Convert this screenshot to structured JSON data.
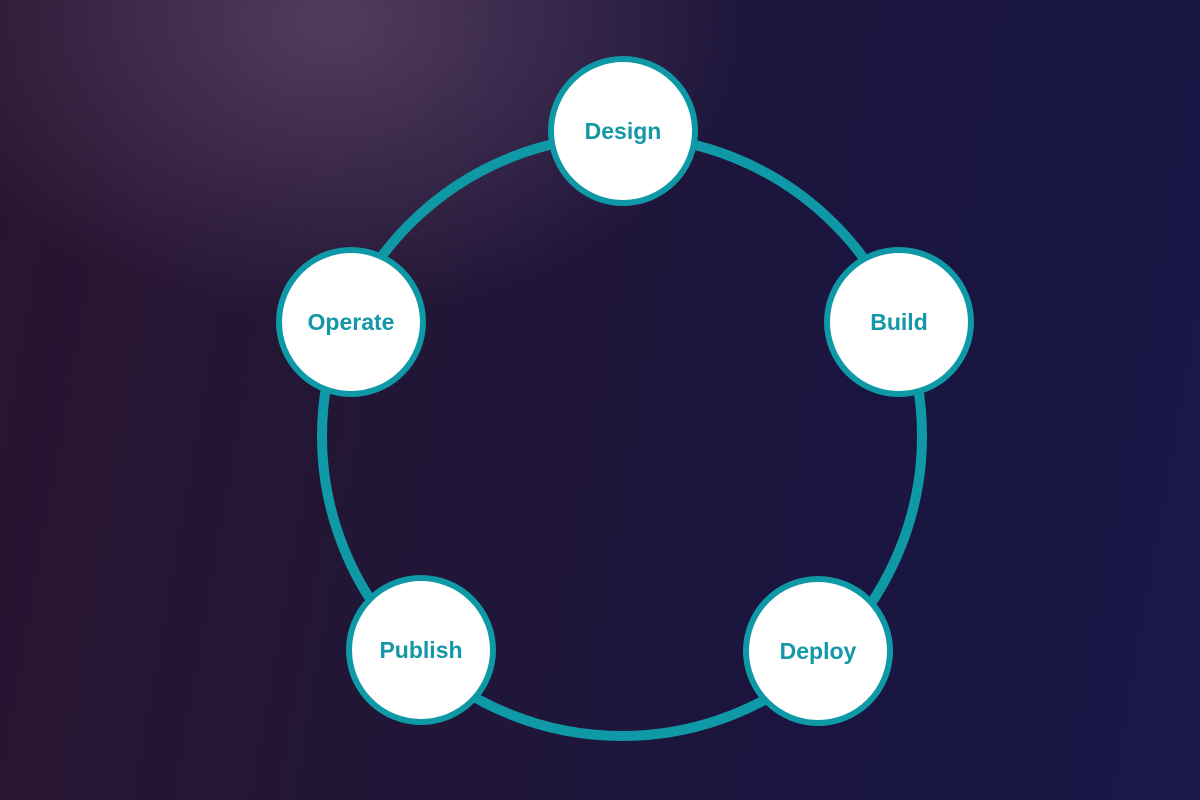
{
  "diagram": {
    "type": "cycle",
    "ring_color": "#0f98a6",
    "stages": [
      {
        "label": "Design"
      },
      {
        "label": "Build"
      },
      {
        "label": "Deploy"
      },
      {
        "label": "Publish"
      },
      {
        "label": "Operate"
      }
    ]
  }
}
